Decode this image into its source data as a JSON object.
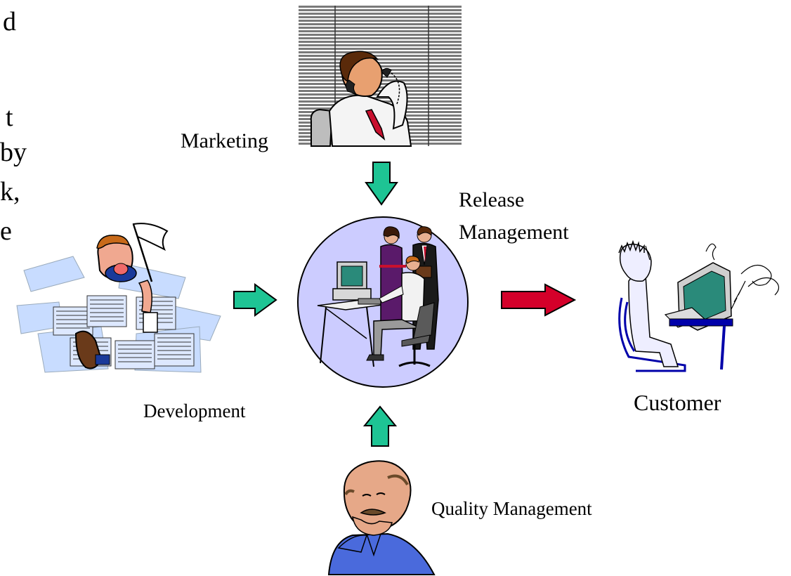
{
  "left_text_fragments": [
    "d",
    "t",
    "by",
    "k,",
    "e"
  ],
  "labels": {
    "marketing": "Marketing",
    "release": [
      "Release",
      "Management"
    ],
    "development": "Development",
    "customer": "Customer",
    "quality": "Quality Management"
  },
  "colors": {
    "green_arrow": "#1ec494",
    "red_arrow": "#d4002a",
    "circle_fill": "#ccccff",
    "paper_blue": "#c8dcff"
  },
  "icons": [
    "marketing-person-icon",
    "release-team-icon",
    "development-papers-icon",
    "customer-person-icon",
    "quality-person-icon"
  ]
}
